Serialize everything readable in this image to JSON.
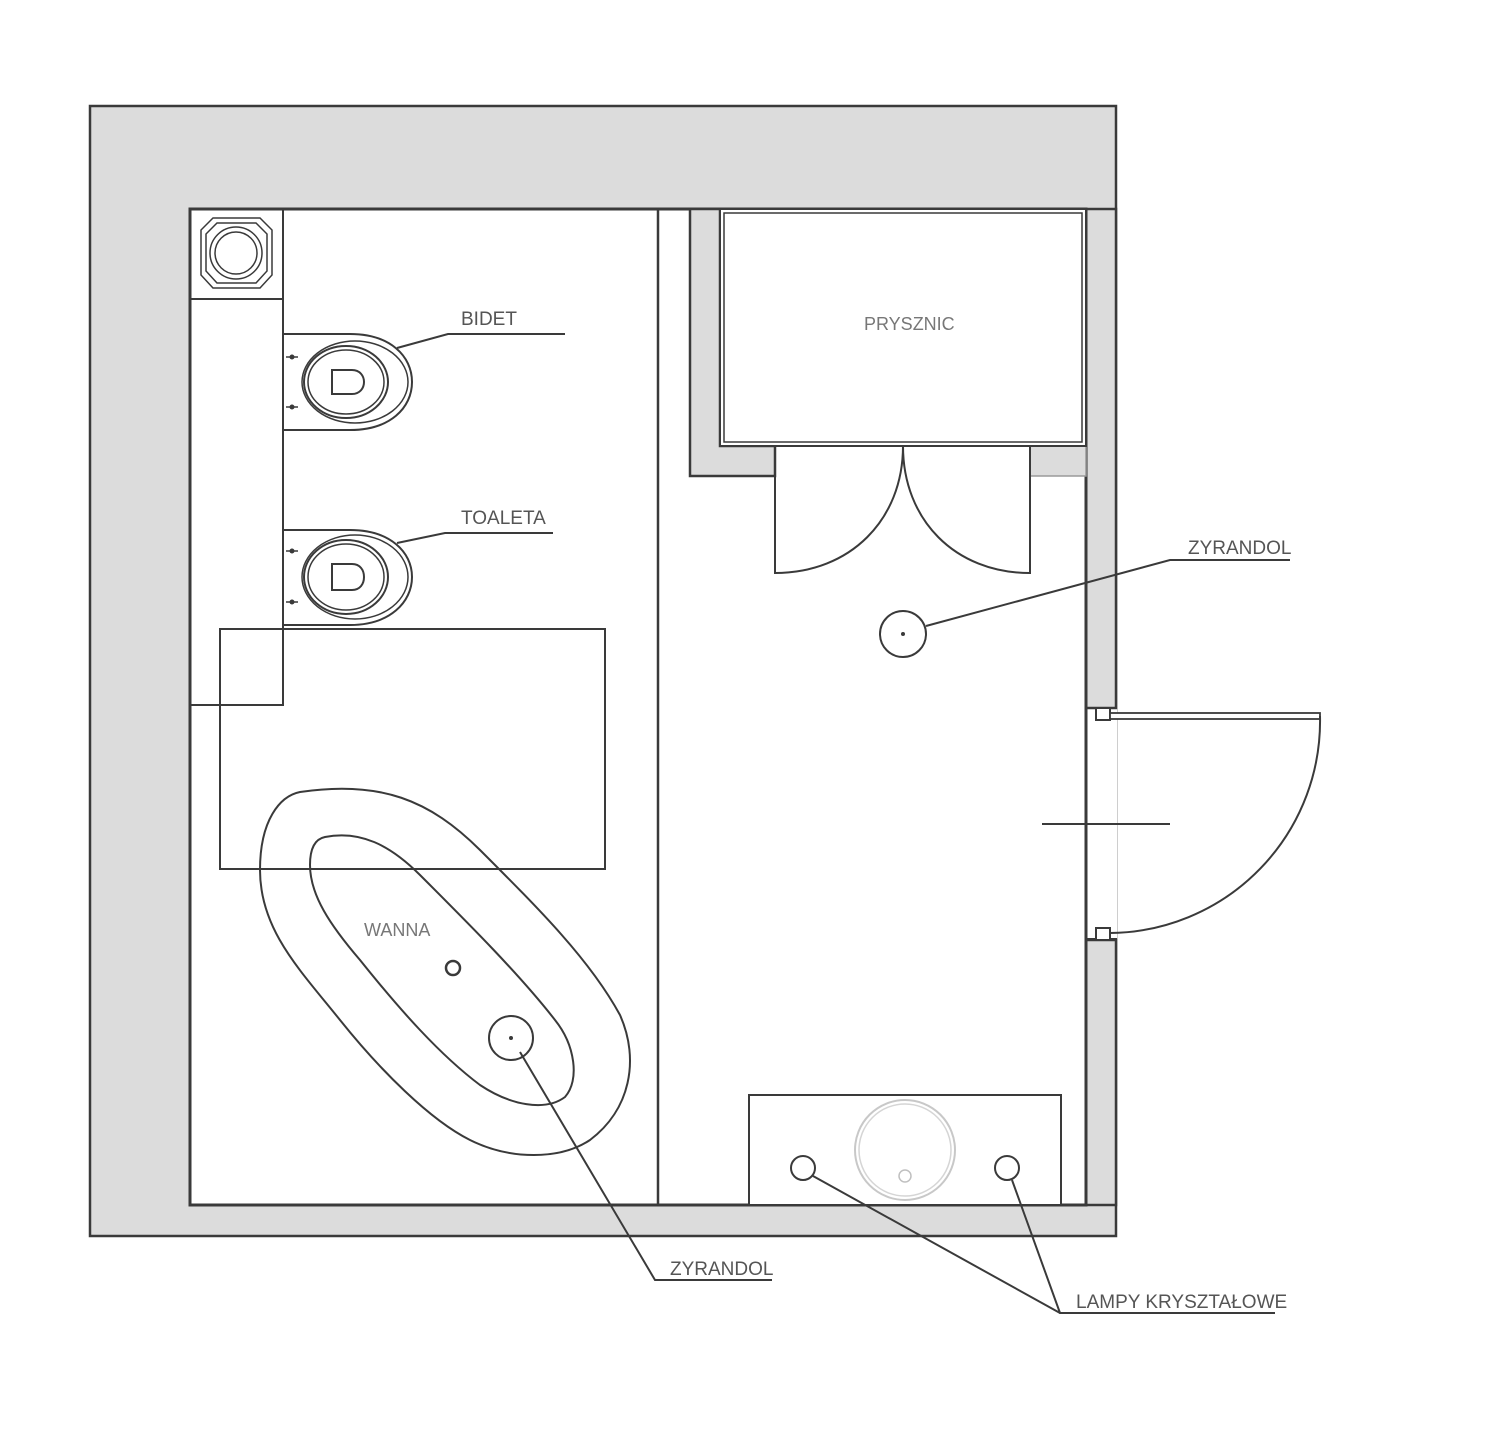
{
  "labels": {
    "bidet": "BIDET",
    "toilet": "TOALETA",
    "shower": "PRYSZNIC",
    "chandelier_top": "ZYRANDOL",
    "bathtub": "WANNA",
    "chandelier_bottom": "ZYRANDOL",
    "crystal_lamps": "LAMPY KRYSZTAŁOWE"
  },
  "colors": {
    "wall_fill": "#dcdcdc",
    "line": "#3a3a3a",
    "label": "#555555"
  }
}
